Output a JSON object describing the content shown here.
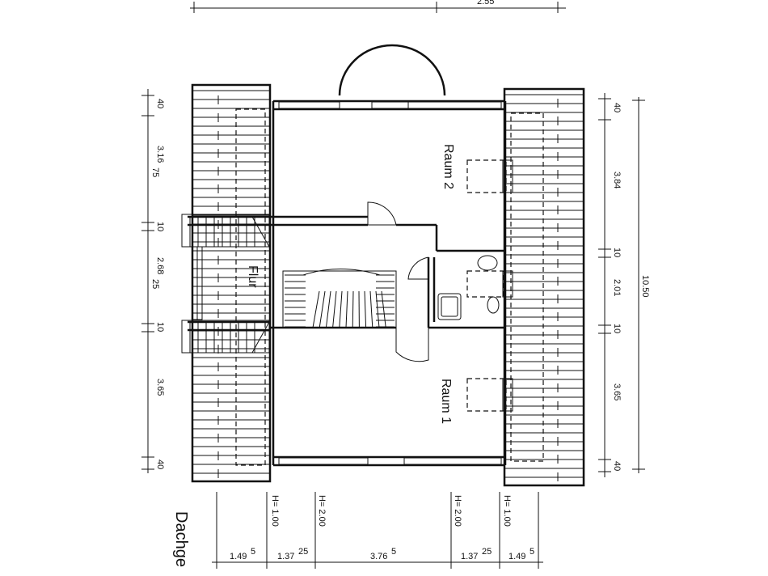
{
  "rooms": {
    "raum2": "Raum 2",
    "raum1": "Raum 1",
    "flur": "Flur"
  },
  "sheet_title_partial": "Dachge",
  "dims_left": [
    "40",
    "3.16",
    "75",
    "10",
    "2.68",
    "25",
    "10",
    "3.65",
    "40"
  ],
  "dims_right": [
    "40",
    "3.84",
    "10",
    "2.01",
    "10",
    "3.65",
    "40"
  ],
  "dim_total_right": "10.50",
  "dims_bottom": {
    "d1": "1.49",
    "d1_sup": "5",
    "d2": "1.37",
    "d2_sup": "25",
    "d3": "3.76",
    "d3_sup": "5",
    "d4": "1.37",
    "d4_sup": "25",
    "d5": "1.49",
    "d5_sup": "5"
  },
  "heights": {
    "h1": "H= 1.00",
    "h2": "H= 2.00",
    "h3": "H= 2.00",
    "h4": "H= 1.00"
  },
  "top_dims_partial": [
    "2.55"
  ]
}
